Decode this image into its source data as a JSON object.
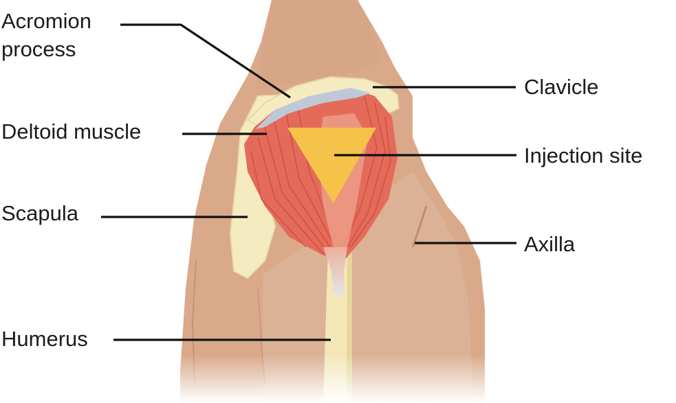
{
  "labels": {
    "acromion_line1": "Acromion",
    "acromion_line2": "process",
    "clavicle": "Clavicle",
    "deltoid": "Deltoid muscle",
    "injection_site": "Injection site",
    "scapula": "Scapula",
    "axilla": "Axilla",
    "humerus": "Humerus"
  },
  "colors": {
    "skin": "#d9a98a",
    "skin_shadow": "#c8947a",
    "bone": "#f5ebc1",
    "muscle": "#e46b5a",
    "muscle_dark": "#c9493e",
    "tendon": "#b9d4e6",
    "injection_site": "#f5c24a",
    "line": "#111111"
  }
}
